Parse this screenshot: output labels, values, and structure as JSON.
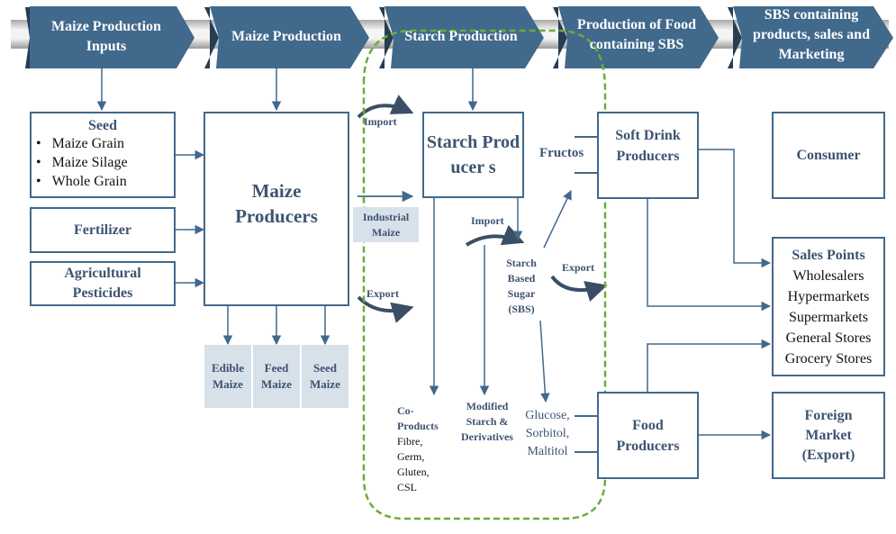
{
  "stages": [
    {
      "label": "Maize Production Inputs"
    },
    {
      "label": "Maize Production"
    },
    {
      "label": "Starch Production"
    },
    {
      "label": "Production of Food containing SBS"
    },
    {
      "label": "SBS containing products, sales and Marketing"
    }
  ],
  "inputs": {
    "seed": {
      "title": "Seed",
      "items": [
        "Maize Grain",
        "Maize Silage",
        "Whole Grain"
      ]
    },
    "fertilizer": "Fertilizer",
    "pesticides": "Agricultural Pesticides"
  },
  "maize_producers": "Maize Producers",
  "maize_outputs": [
    "Edible Maize",
    "Feed Maize",
    "Seed Maize"
  ],
  "starch": {
    "import_label": "Import",
    "export_label": "Export",
    "industrial_maize": "Industrial Maize",
    "producers": "Starch Producer s",
    "import_sbs": "Import",
    "sbs": "Starch Based Sugar (SBS)",
    "export_sbs": "Export",
    "fructose": "Fructos",
    "co_products_title": "Co-Products",
    "co_products_items": "Fibre, Germ, Gluten, CSL",
    "modified_starch": "Modified Starch & Derivatives",
    "polyols": "Glucose, Sorbitol, Maltitol"
  },
  "food": {
    "soft_drink": "Soft Drink Producers",
    "food_producers": "Food Producers"
  },
  "market": {
    "consumer": "Consumer",
    "sales_points_title": "Sales Points",
    "sales_points_items": [
      "Wholesalers",
      "Hypermarkets",
      "Supermarkets",
      "General Stores",
      "Grocery Stores"
    ],
    "foreign": "Foreign Market (Export)"
  },
  "colors": {
    "stage_fill": "#41698c",
    "stage_dark": "#263d52",
    "box_border": "#41698c",
    "text_title": "#3d5470",
    "shade": "#d7e1ea",
    "dashed_region": "#6aac3b"
  }
}
